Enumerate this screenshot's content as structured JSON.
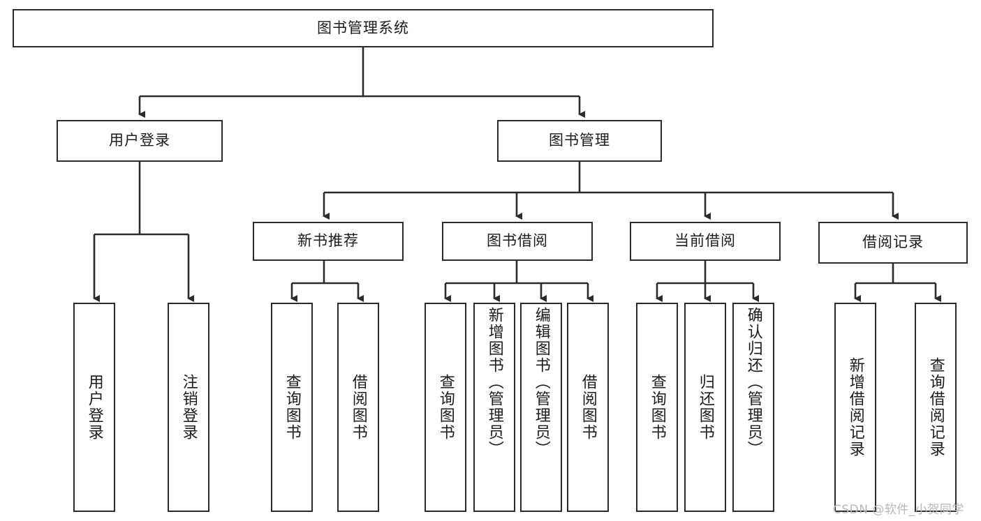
{
  "diagram": {
    "title": "图书管理系统",
    "type": "tree-hierarchy-diagram",
    "colors": {
      "stroke": "#2b2b2b",
      "fill": "#ffffff",
      "text": "#1b1b1b",
      "watermark": "#b8b8b8"
    },
    "root": {
      "label": "图书管理系统"
    },
    "level2": [
      {
        "label": "用户登录"
      },
      {
        "label": "图书管理"
      }
    ],
    "level3": [
      {
        "label": "新书推荐"
      },
      {
        "label": "图书借阅"
      },
      {
        "label": "当前借阅"
      },
      {
        "label": "借阅记录"
      }
    ],
    "leaves": {
      "user_login": [
        {
          "label": "用户登录"
        },
        {
          "label": "注销登录"
        }
      ],
      "new_book_recommend": [
        {
          "label": "查询图书"
        },
        {
          "label": "借阅图书"
        }
      ],
      "book_borrow": [
        {
          "label": "查询图书"
        },
        {
          "label": "新增图书（管理员）"
        },
        {
          "label": "编辑图书（管理员）"
        },
        {
          "label": "借阅图书"
        }
      ],
      "current_borrow": [
        {
          "label": "查询图书"
        },
        {
          "label": "归还图书"
        },
        {
          "label": "确认归还（管理员）"
        }
      ],
      "borrow_record": [
        {
          "label": "新增借阅记录"
        },
        {
          "label": "查询借阅记录"
        }
      ]
    },
    "watermark": "CSDN @软件_小贺同学"
  }
}
